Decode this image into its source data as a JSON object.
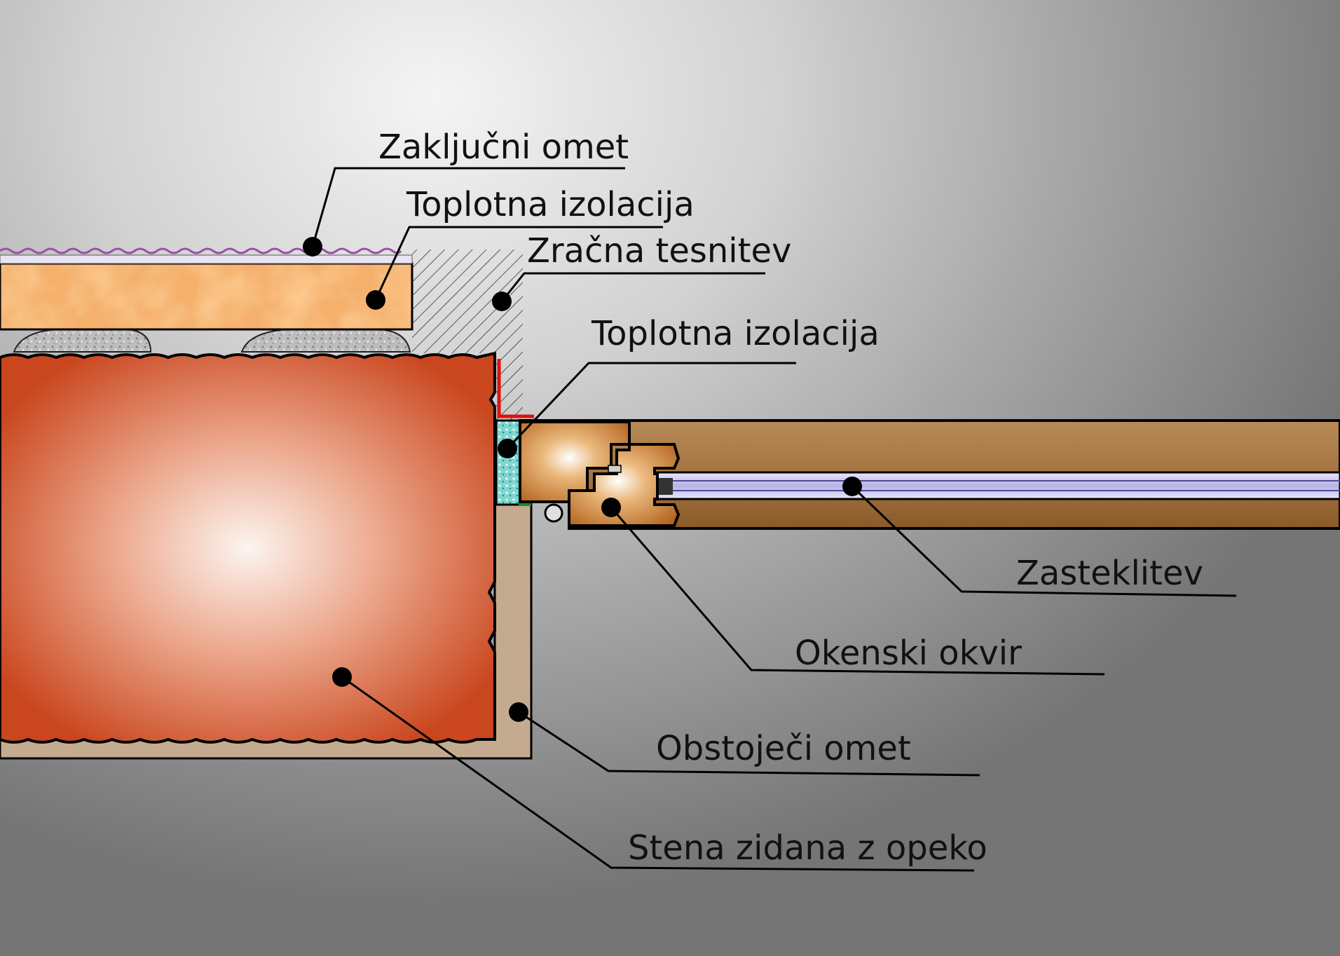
{
  "labels": {
    "finishing_render": "Zaključni omet",
    "thermal_insulation_top": "Toplotna izolacija",
    "air_seal": "Zračna tesnitev",
    "thermal_insulation_joint": "Toplotna izolacija",
    "glazing": "Zasteklitev",
    "window_frame": "Okenski okvir",
    "existing_render": "Obstoječi omet",
    "brick_wall": "Stena zidana z opeko"
  },
  "colors": {
    "brick": "#c9461e",
    "insulation": "#f39a4a",
    "render_existing": "#c4ab90",
    "finishing_render": "#9a4fa8",
    "frame_wood": "#b3782a",
    "air_seal_tape": "#e01010",
    "glass": "#c9c6ee",
    "leader_line": "#000000"
  }
}
